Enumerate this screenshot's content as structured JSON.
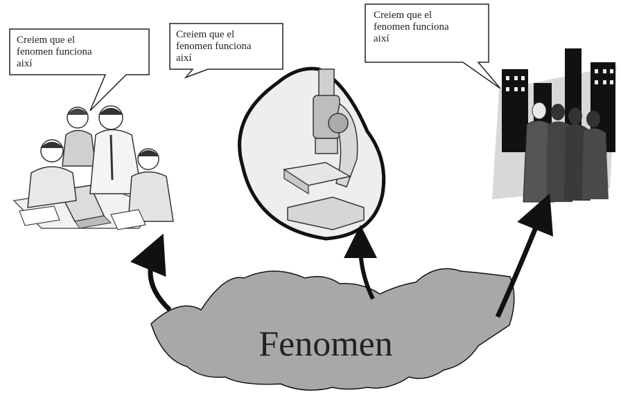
{
  "callouts": [
    {
      "text": "Creiem que el\nfenomen funciona\naixí"
    },
    {
      "text": "Creiem que el\nfenomen funciona\naixí"
    },
    {
      "text": "Creiem que el\nfenomen funciona\naixí"
    }
  ],
  "phenomenon": {
    "label": "Fenomen",
    "fill": "#a8a8a8"
  },
  "illustrations": [
    {
      "name": "team-meeting-illustration"
    },
    {
      "name": "microscope-illustration"
    },
    {
      "name": "city-crowd-illustration"
    }
  ]
}
